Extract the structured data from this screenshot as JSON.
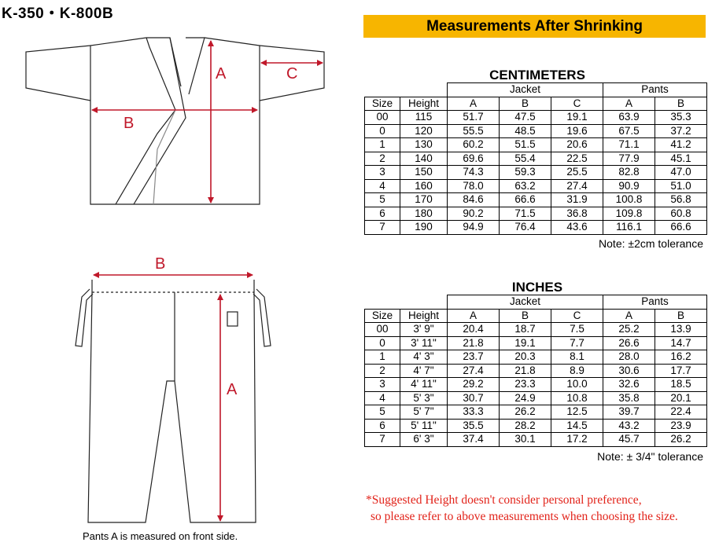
{
  "model": "K-350・K-800B",
  "banner": "Measurements After Shrinking",
  "diagram": {
    "jacket_labels": {
      "a": "A",
      "b": "B",
      "c": "C"
    },
    "pants_labels": {
      "a": "A",
      "b": "B"
    },
    "caption": "Pants A is measured on front side."
  },
  "cm": {
    "title": "CENTIMETERS",
    "groups": [
      "Jacket",
      "Pants"
    ],
    "headers": [
      "Size",
      "Height",
      "A",
      "B",
      "C",
      "A",
      "B"
    ],
    "rows": [
      [
        "00",
        "115",
        "51.7",
        "47.5",
        "19.1",
        "63.9",
        "35.3"
      ],
      [
        "0",
        "120",
        "55.5",
        "48.5",
        "19.6",
        "67.5",
        "37.2"
      ],
      [
        "1",
        "130",
        "60.2",
        "51.5",
        "20.6",
        "71.1",
        "41.2"
      ],
      [
        "2",
        "140",
        "69.6",
        "55.4",
        "22.5",
        "77.9",
        "45.1"
      ],
      [
        "3",
        "150",
        "74.3",
        "59.3",
        "25.5",
        "82.8",
        "47.0"
      ],
      [
        "4",
        "160",
        "78.0",
        "63.2",
        "27.4",
        "90.9",
        "51.0"
      ],
      [
        "5",
        "170",
        "84.6",
        "66.6",
        "31.9",
        "100.8",
        "56.8"
      ],
      [
        "6",
        "180",
        "90.2",
        "71.5",
        "36.8",
        "109.8",
        "60.8"
      ],
      [
        "7",
        "190",
        "94.9",
        "76.4",
        "43.6",
        "116.1",
        "66.6"
      ]
    ],
    "note": "Note: ±2cm tolerance"
  },
  "in": {
    "title": "INCHES",
    "groups": [
      "Jacket",
      "Pants"
    ],
    "headers": [
      "Size",
      "Height",
      "A",
      "B",
      "C",
      "A",
      "B"
    ],
    "rows": [
      [
        "00",
        "3' 9\"",
        "20.4",
        "18.7",
        "7.5",
        "25.2",
        "13.9"
      ],
      [
        "0",
        "3' 11\"",
        "21.8",
        "19.1",
        "7.7",
        "26.6",
        "14.7"
      ],
      [
        "1",
        "4' 3\"",
        "23.7",
        "20.3",
        "8.1",
        "28.0",
        "16.2"
      ],
      [
        "2",
        "4' 7\"",
        "27.4",
        "21.8",
        "8.9",
        "30.6",
        "17.7"
      ],
      [
        "3",
        "4' 11\"",
        "29.2",
        "23.3",
        "10.0",
        "32.6",
        "18.5"
      ],
      [
        "4",
        "5' 3\"",
        "30.7",
        "24.9",
        "10.8",
        "35.8",
        "20.1"
      ],
      [
        "5",
        "5' 7\"",
        "33.3",
        "26.2",
        "12.5",
        "39.7",
        "22.4"
      ],
      [
        "6",
        "5' 11\"",
        "35.5",
        "28.2",
        "14.5",
        "43.2",
        "23.9"
      ],
      [
        "7",
        "6' 3\"",
        "37.4",
        "30.1",
        "17.2",
        "45.7",
        "26.2"
      ]
    ],
    "note": "Note: ± 3/4\" tolerance"
  },
  "suggest": {
    "line1": "*Suggested Height doesn't consider personal preference,",
    "line2": "so please refer to above measurements when choosing the size."
  }
}
